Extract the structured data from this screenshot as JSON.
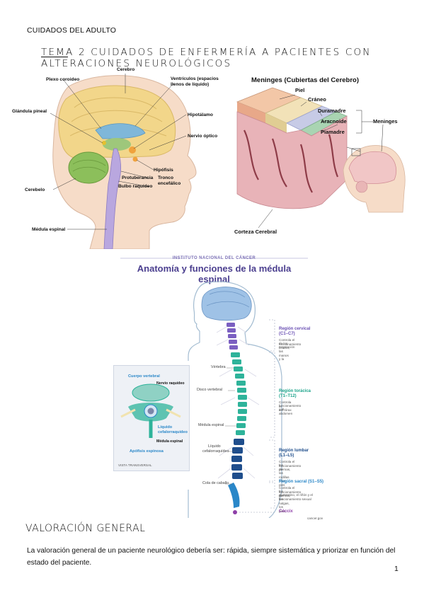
{
  "header": {
    "course": "CUIDADOS DEL ADULTO"
  },
  "tema": {
    "title": "TEMA 2 CUIDADOS DE ENFERMERÍA A PACIENTES CON ALTERACIONES NEUROLÓGICOS"
  },
  "brain_figure": {
    "labels": {
      "cerebro": "Cerebro",
      "plexo": "Plexo coroideo",
      "ventriculos1": "Ventrículos (espacios",
      "ventriculos2": "llenos de líquido)",
      "glandula": "Glándula pineal",
      "hipotalamo": "Hipotálamo",
      "nervio_optico": "Nervio óptico",
      "hipofisis": "Hipófisis",
      "protuberancia": "Protuberancia",
      "tronco1": "Tronco",
      "tronco2": "encefálico",
      "bulbo": "Bulbo raquídeo",
      "cerebelo": "Cerebelo",
      "medula": "Médula espinal"
    }
  },
  "meninges_figure": {
    "title": "Meninges (Cubiertas del Cerebro)",
    "labels": {
      "piel": "Piel",
      "craneo": "Cráneo",
      "duramadre": "Duramadre",
      "aracnoide": "Aracnoide",
      "piamadre": "Piamadre",
      "meninges": "Meninges",
      "corteza": "Corteza Cerebral"
    }
  },
  "spine_figure": {
    "institute": "INSTITUTO NACIONAL DEL CÁNCER",
    "title": "Anatomía y funciones de la médula espinal",
    "inset": {
      "cuerpo": "Cuerpo vertebral",
      "nervio": "Nervio raquídeo",
      "liquido1": "Líquido",
      "liquido2": "cefalorraquídeo",
      "medula": "Médula espinal",
      "apofisis": "Apófisis espinosa",
      "vista": "VISTA TRANSVERSAL"
    },
    "side_labels": {
      "vertebra": "Vértebra",
      "disco": "Disco vertebral",
      "medula": "Médula espinal",
      "liquido1": "Líquido",
      "liquido2": "cefalorraquídeo",
      "cola": "Cola de caballo"
    },
    "regions": [
      {
        "name": "Región cervical",
        "range": "(C1–C7)",
        "desc1": "Controla el funcionamiento",
        "desc2": "de los brazos, las manos y la",
        "desc3": "respiración",
        "color": "#6a4fb3"
      },
      {
        "name": "Región torácica",
        "range": "(T1–T12)",
        "desc1": "Controla el",
        "desc2": "funcionamiento del tórax",
        "desc3": "y el abdomen",
        "color": "#1aa38a"
      },
      {
        "name": "Región lumbar",
        "range": "(L1–L5)",
        "desc1": "Controla el funcionamiento de",
        "desc2": "las piernas, las rodillas y los pies",
        "desc3": "",
        "color": "#1f4e8c"
      },
      {
        "name": "Región sacral (S1–S5)",
        "range": "",
        "desc1": "Controla el funcionamiento de",
        "desc2": "las piernas, las nalgas, los pies,",
        "desc3": "el intestino, el riñón y el funcionamiento sexual",
        "color": "#2a87c8"
      }
    ],
    "coccix": "Cóccix",
    "credit": "cancer.gov"
  },
  "section": {
    "title": "VALORACIÓN GENERAL"
  },
  "paragraph": "La valoración general de un paciente neurológico debería ser: rápida, siempre sistemática y priorizar en función del estado del paciente.",
  "page_number": "1"
}
